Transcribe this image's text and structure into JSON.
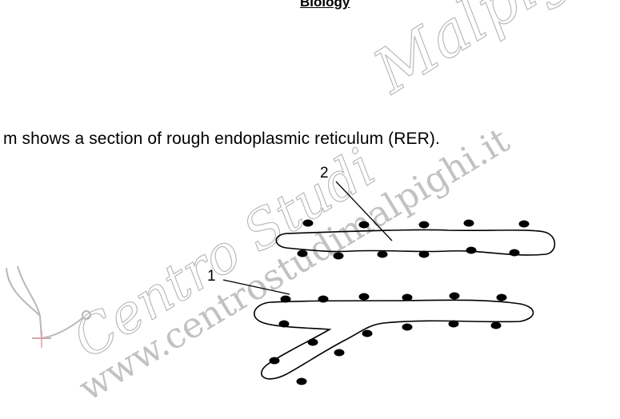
{
  "header": {
    "title": "Biology"
  },
  "question": {
    "text": "m shows a section of rough endoplasmic reticulum (RER)."
  },
  "diagram": {
    "labels": {
      "label_1": "1",
      "label_2": "2"
    },
    "stroke_color": "#000000",
    "ribosome_color": "#000000"
  },
  "watermark": {
    "script_line_1": "Malpighi",
    "script_line_2": "Centro Studi",
    "url": "www.centrostudimalpighi.it",
    "color": "#b5b5b5",
    "logo_icon": "stethoscope-icon"
  }
}
